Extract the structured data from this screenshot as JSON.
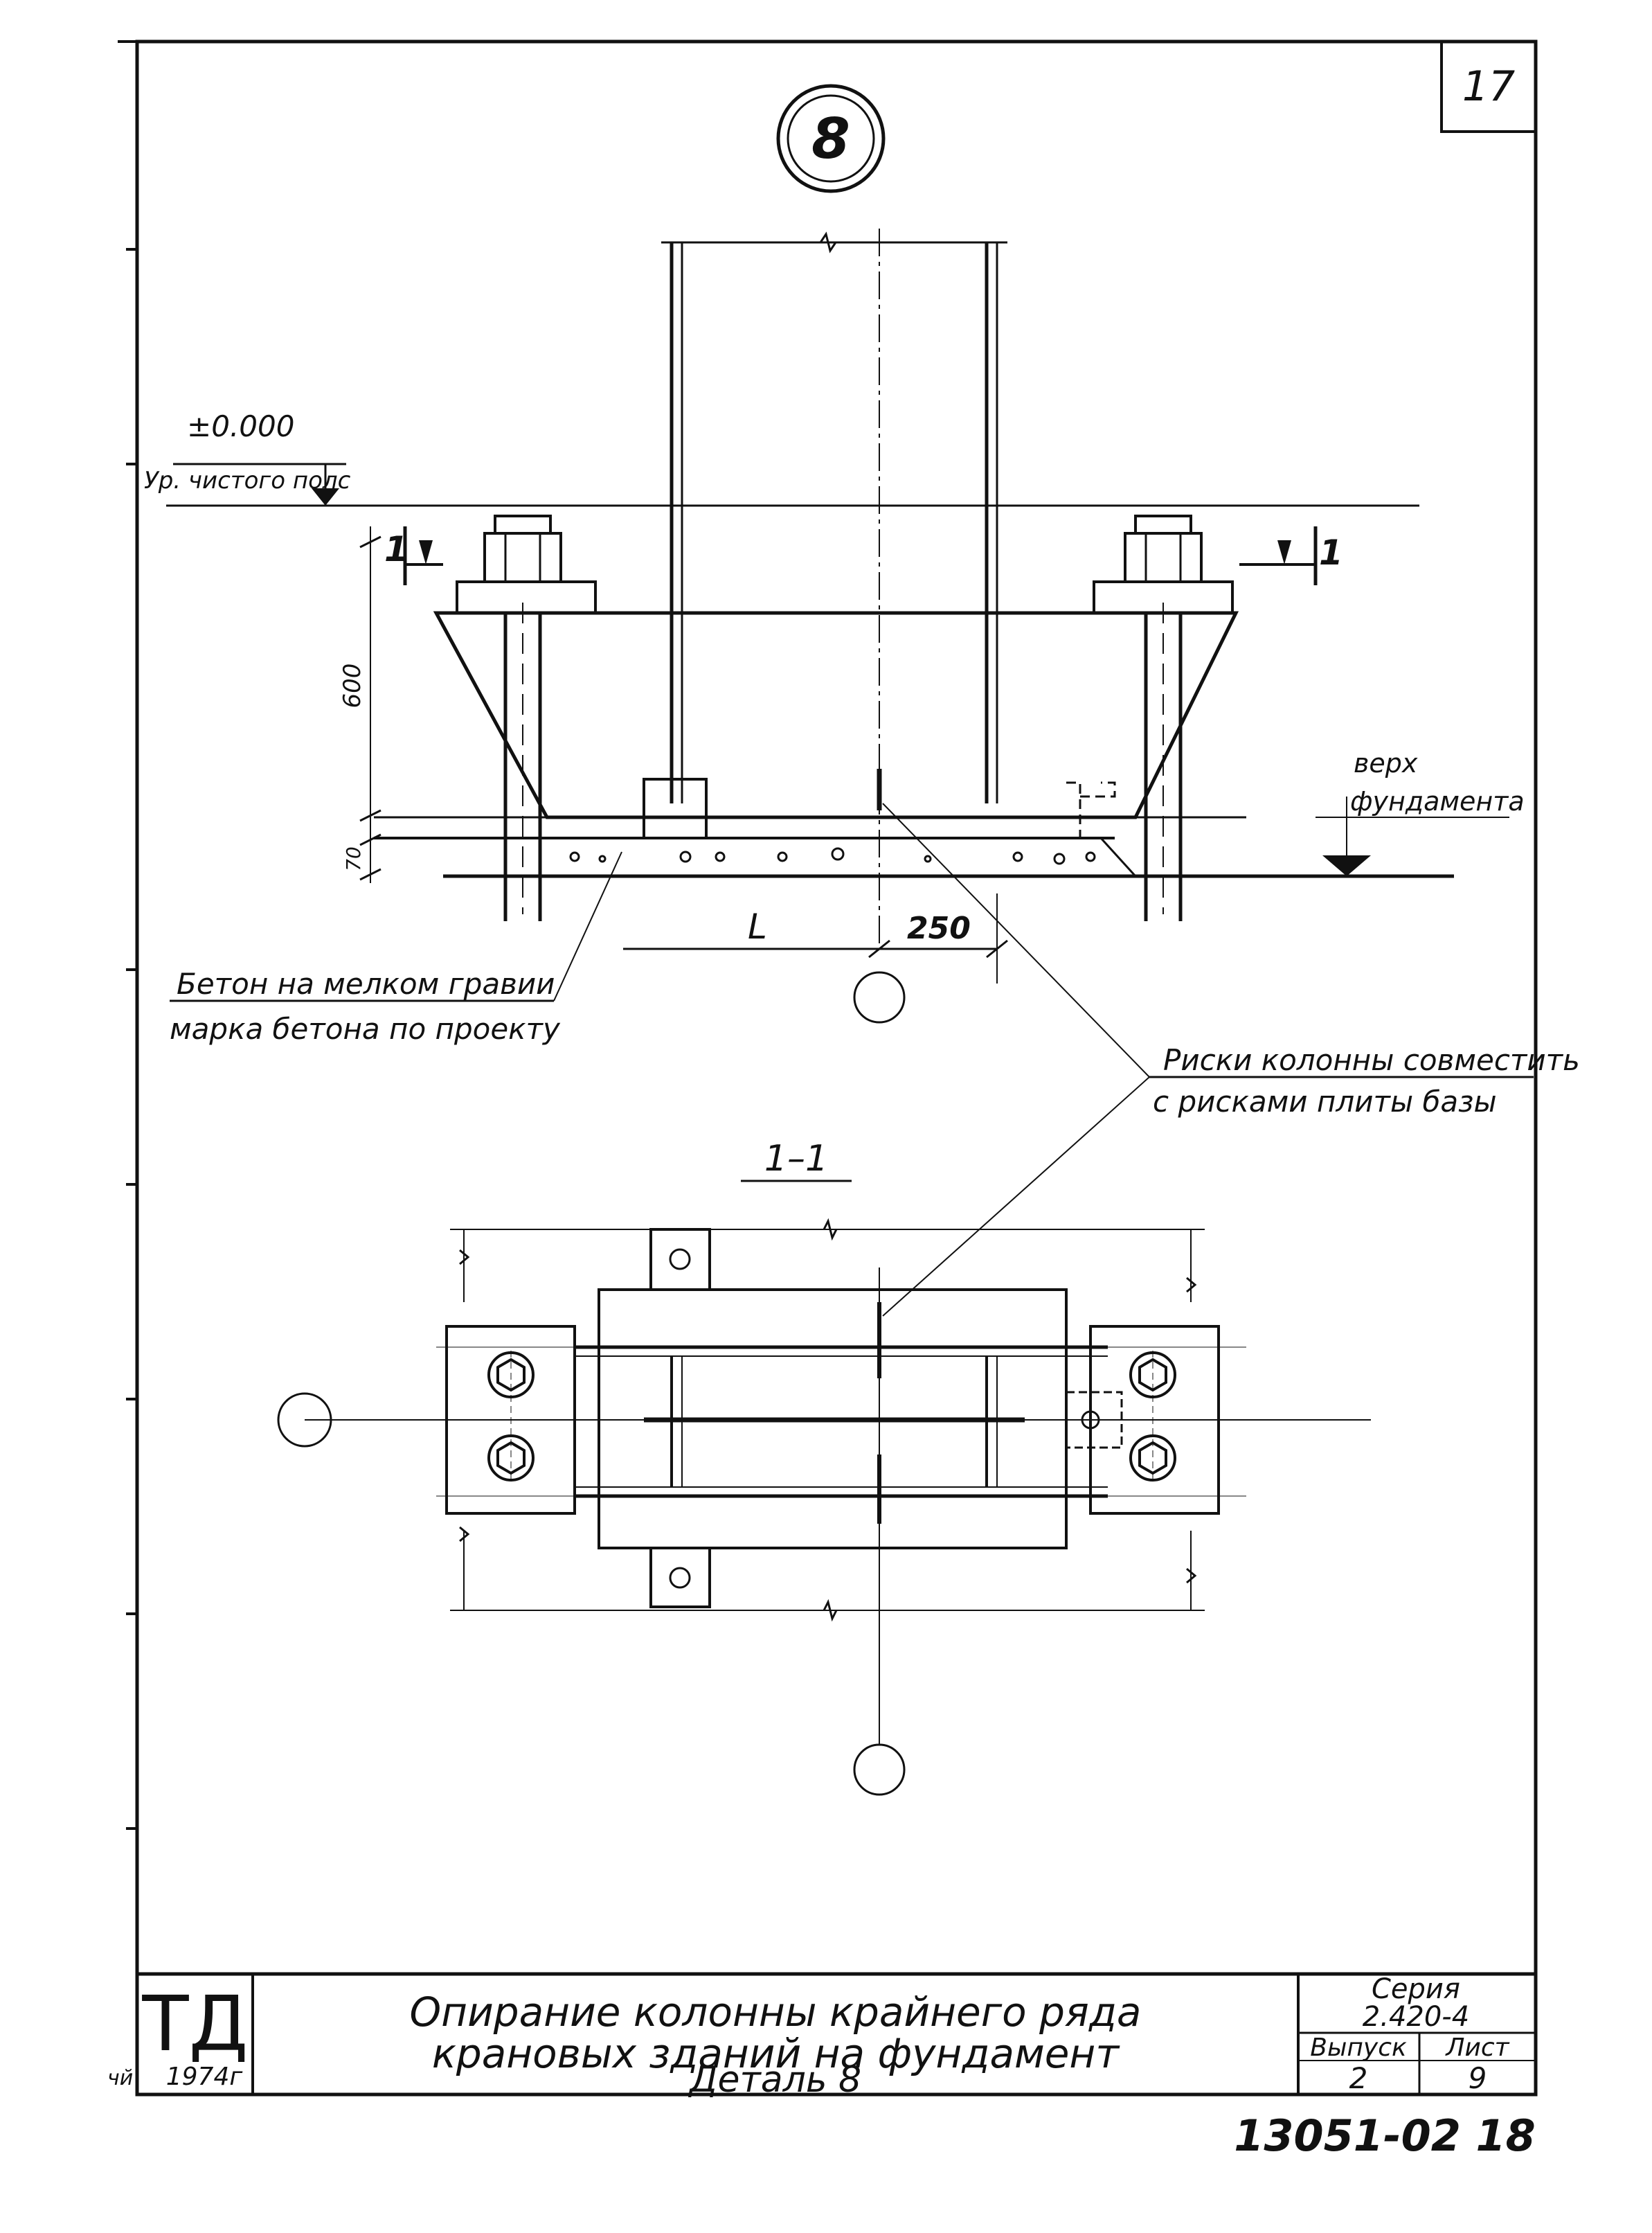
{
  "sheet": {
    "page_number": "17",
    "corner_mark": "чй",
    "bottom_stamp": "13051-02  18"
  },
  "detail": {
    "marker": "8"
  },
  "elevation": {
    "zero_mark": "±0.000",
    "floor_label": "Ур. чистого полс",
    "foundation_label_line1": "верх",
    "foundation_label_line2": "фундамента",
    "section_mark_left": "1",
    "section_mark_right": "1",
    "dim_height": "600",
    "dim_grout": "70",
    "dim_L": "L",
    "dim_offset": "250"
  },
  "notes": {
    "concrete_line1": "Бетон на мелком гравии",
    "concrete_line2": "марка бетона по проекту",
    "marks_line1": "Риски колонны совместить",
    "marks_line2": "с рисками плиты базы"
  },
  "section": {
    "label": "1–1"
  },
  "title_block": {
    "logo": "ТД",
    "year": "1974г",
    "title_line1": "Опирание колонны крайнего ряда",
    "title_line2": "крановых зданий на фундамент",
    "title_line3": "Деталь 8",
    "series_label": "Серия",
    "series_value": "2.420-4",
    "issue_label": "Выпуск",
    "issue_value": "2",
    "sheet_label": "Лист",
    "sheet_value": "9"
  }
}
